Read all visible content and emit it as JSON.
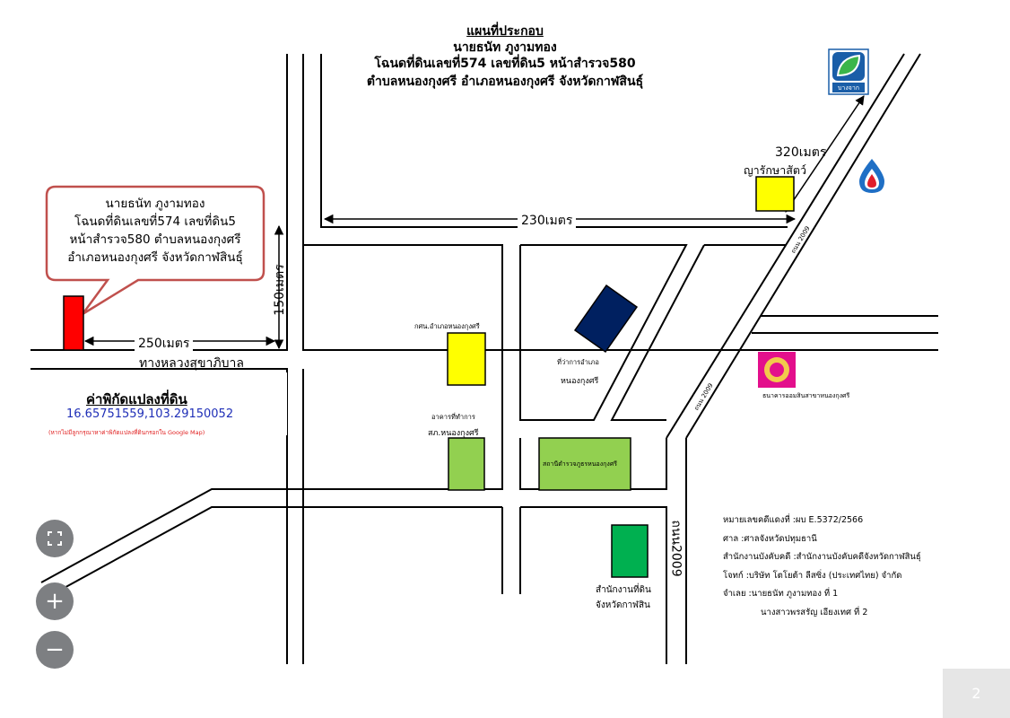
{
  "header": {
    "title": "แผนที่ประกอบ",
    "owner": "นายธนัท ภูงามทอง",
    "deed": "โฉนดที่ดินเลขที่574 เลขที่ดิน5 หน้าสำรวจ580",
    "location": "ตำบลหนองกุงศรี อำเภอหนองกุงศรี จังหวัดกาฬสินธุ์"
  },
  "callout": {
    "line1": "นายธนัท ภูงามทอง",
    "line2": "โฉนดที่ดินเลขที่574 เลขที่ดิน5",
    "line3": "หน้าสำรวจ580 ตำบลหนองกุงศรี",
    "line4": "อำเภอหนองกุงศรี จังหวัดกาฬสินธุ์"
  },
  "distances": {
    "d150": "150เมตร",
    "d250": "250เมตร",
    "d230": "230เมตร",
    "d320": "320เมตร"
  },
  "roads": {
    "main_road": "ทางหลวงสุขาภิบาล",
    "road2009": "ถนน2009",
    "road2009_small_a": "ถนน 2009",
    "road2009_small_b": "ถนน 2009"
  },
  "coords": {
    "heading": "ค่าพิกัดแปลงที่ดิน",
    "value": "16.65751559,103.29150052",
    "note": "(หากไม่มีลูกกรุณาหาค่าพิกัดแปลงที่ดินกรอกใน Google Map)"
  },
  "places": {
    "vet": "ญารักษาสัตว์",
    "nfe": "กศน.อำเภอหนองกุงศรี",
    "district_office_1": "ที่ว่าการอำเภอ",
    "district_office_2": "หนองกุงศรี",
    "police_bldg_1": "อาคารที่ทำการ",
    "police_bldg_2": "สภ.หนองกุงศรี",
    "police_station": "สถานีตำรวจภูธรหนองกุงศรี",
    "savings_bank": "ธนาคารออมสินสาขาหนองกุงศรี",
    "land_office_1": "สำนักงานที่ดิน",
    "land_office_2": "จังหวัดกาฬสิน",
    "bangchak_logo_text": "บางจาก"
  },
  "case_info": {
    "case_no": "หมายเลขคดีแดงที่ :ผบ E.5372/2566",
    "court": "ศาล :ศาลจังหวัดปทุมธานี",
    "office": "สำนักงานบังคับคดี :สำนักงานบังคับคดีจังหวัดกาฬสินธุ์",
    "plaintiff": "โจทก์ :บริษัท โตโยต้า ลีสซิ่ง (ประเทศไทย) จำกัด",
    "defendant1": "จำเลย :นายธนัท ภูงามทอง ที่ 1",
    "defendant2": "นางสาวพรสรัญ เอียงเทศ ที่ 2"
  },
  "controls": {
    "fullscreen_icon": "fullscreen-icon",
    "zoom_in_label": "+",
    "zoom_out_label": "−"
  },
  "page": {
    "number": "2"
  },
  "colors": {
    "plot_marker": "#ff0000",
    "yellow_building": "#ffff00",
    "police_green": "#92d050",
    "land_office_green": "#00b050",
    "district_office_navy": "#002060",
    "coords_blue": "#1f2fb7",
    "callout_border": "#c0504d",
    "control_grey": "#7d7f82"
  }
}
